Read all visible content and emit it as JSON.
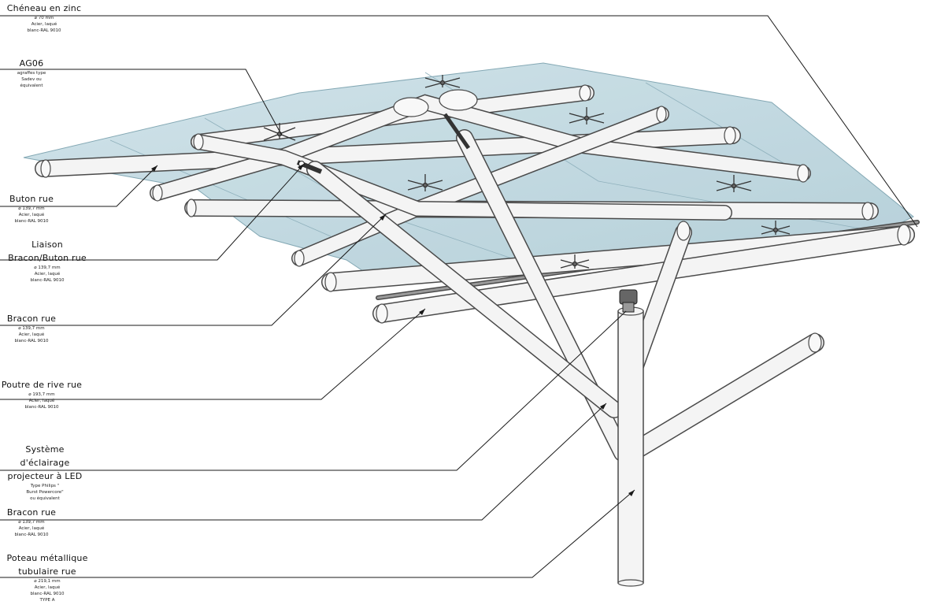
{
  "callouts": [
    {
      "id": "cheneau",
      "title": "Chéneau en zinc",
      "spec": [
        "⌀ 70 mm",
        "Acier, laqué",
        "blanc-RAL 9010"
      ]
    },
    {
      "id": "ag06",
      "title": "AG06",
      "spec": [
        "agraffes type",
        "Sadev ou",
        "équivalent"
      ]
    },
    {
      "id": "buton",
      "title": "Buton rue",
      "spec": [
        "⌀ 139,7 mm",
        "Acier, laqué",
        "blanc-RAL 9010"
      ]
    },
    {
      "id": "liaison",
      "title": "Liaison Bracon/Buton rue",
      "spec": [
        "⌀ 139,7 mm",
        "Acier, laqué",
        "blanc-RAL 9010"
      ]
    },
    {
      "id": "bracon1",
      "title": "Bracon rue",
      "spec": [
        "⌀ 139,7 mm",
        "Acier, laqué",
        "blanc-RAL 9010"
      ]
    },
    {
      "id": "poutre",
      "title": "Poutre de rive rue",
      "spec": [
        "⌀ 193,7 mm",
        "Acier, laqué",
        "blanc-RAL 9010"
      ]
    },
    {
      "id": "eclairage",
      "title": "Système d'éclairage projecteur à LED",
      "spec": [
        "Type Philips \"",
        "Burst Powercore\"",
        "ou équivalent"
      ]
    },
    {
      "id": "bracon2",
      "title": "Bracon rue",
      "spec": [
        "⌀ 139,7 mm",
        "Acier, laqué",
        "blanc-RAL 9010"
      ]
    },
    {
      "id": "poteau",
      "title": "Poteau métallique tubulaire rue",
      "spec": [
        "⌀ 219,1 mm",
        "Acier, laqué",
        "blanc-RAL 9010",
        "TYPE A"
      ]
    }
  ],
  "colors": {
    "glass": "#b6d2dc",
    "glass_edge": "#6f9aa8",
    "tube_fill": "#f4f4f4",
    "tube_stroke": "#4a4a4a",
    "leader": "#1a1a1a"
  }
}
